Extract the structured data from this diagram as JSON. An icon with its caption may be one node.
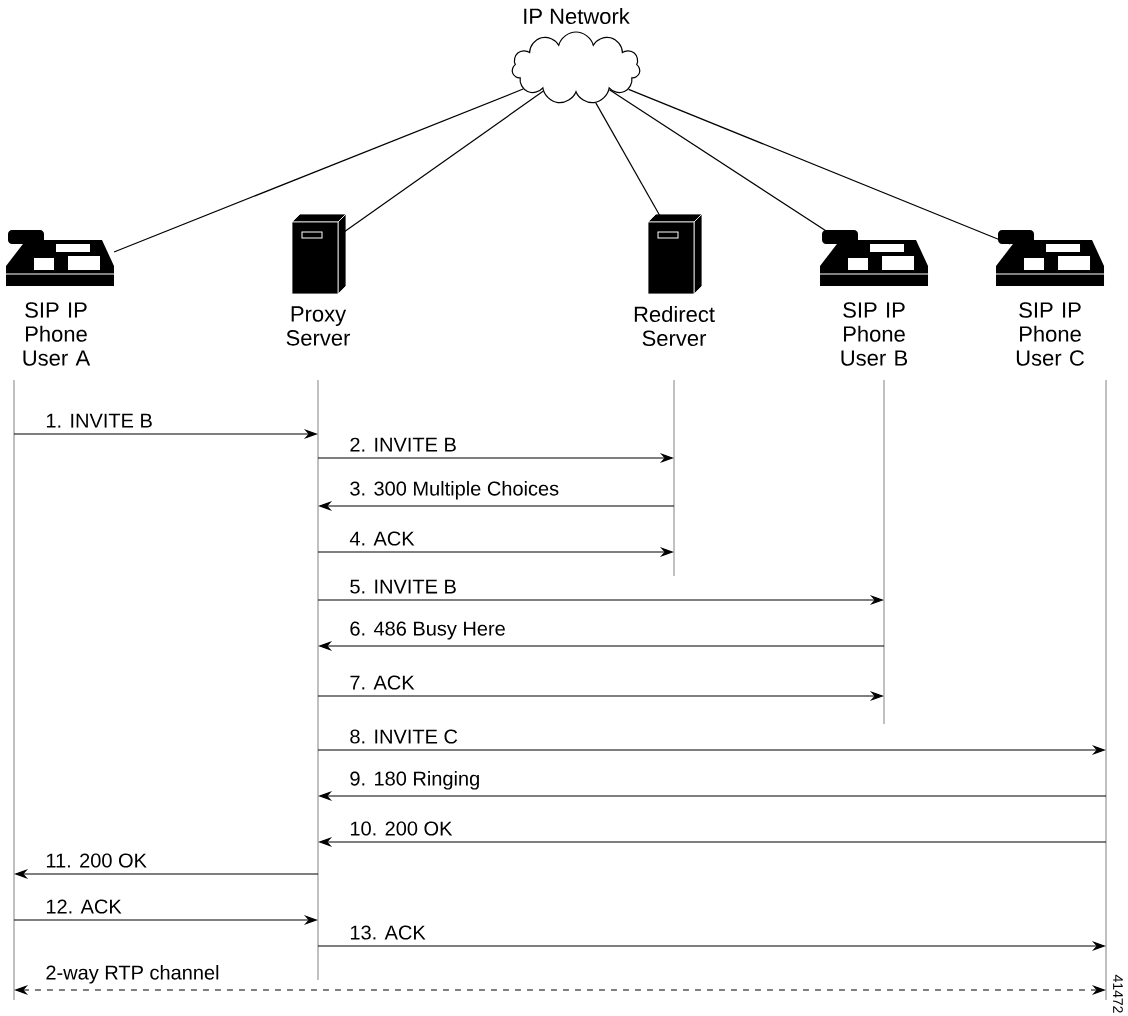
{
  "diagram": {
    "nodes": [
      {
        "text": [
          "IP Network"
        ]
      },
      {
        "text": [
          "SIP IP Phone User A"
        ]
      },
      {
        "text": [
          "Proxy Server"
        ]
      },
      {
        "text": [
          "Redirect Server"
        ]
      },
      {
        "text": [
          "SIP IP Phone User B"
        ]
      },
      {
        "text": [
          "SIP IP Phone User C"
        ]
      }
    ],
    "edges": [
      {
        "from": 0,
        "to": 1,
        "arrow": "none"
      },
      {
        "from": 0,
        "to": 2,
        "arrow": "none"
      },
      {
        "from": 0,
        "to": 3,
        "arrow": "none"
      },
      {
        "from": 0,
        "to": 4,
        "arrow": "none"
      },
      {
        "from": 0,
        "to": 5,
        "arrow": "none"
      },
      {
        "from": 1,
        "to": 2,
        "arrow": "to",
        "label": "1. INVITE B"
      },
      {
        "from": 2,
        "to": 3,
        "arrow": "to",
        "label": "2. INVITE B"
      },
      {
        "from": 3,
        "to": 2,
        "arrow": "to",
        "label": "3. 300 Multiple Choices"
      },
      {
        "from": 2,
        "to": 3,
        "arrow": "to",
        "label": "4. ACK"
      },
      {
        "from": 2,
        "to": 4,
        "arrow": "to",
        "label": "5. INVITE B"
      },
      {
        "from": 4,
        "to": 2,
        "arrow": "to",
        "label": "6. 486 Busy Here"
      },
      {
        "from": 2,
        "to": 4,
        "arrow": "to",
        "label": "7. ACK"
      },
      {
        "from": 2,
        "to": 5,
        "arrow": "to",
        "label": "8. INVITE C"
      },
      {
        "from": 5,
        "to": 2,
        "arrow": "to",
        "label": "9. 180 Ringing"
      },
      {
        "from": 5,
        "to": 2,
        "arrow": "to",
        "label": "10. 200 OK"
      },
      {
        "from": 2,
        "to": 1,
        "arrow": "to",
        "label": "11. 200 OK"
      },
      {
        "from": 1,
        "to": 2,
        "arrow": "to",
        "label": "12. ACK"
      },
      {
        "from": 2,
        "to": 5,
        "arrow": "to",
        "label": "13. ACK"
      },
      {
        "from": 1,
        "to": 5,
        "arrow": "both",
        "label": "2-way RTP channel",
        "style": "dashed"
      }
    ],
    "labels": [
      "41472"
    ]
  }
}
